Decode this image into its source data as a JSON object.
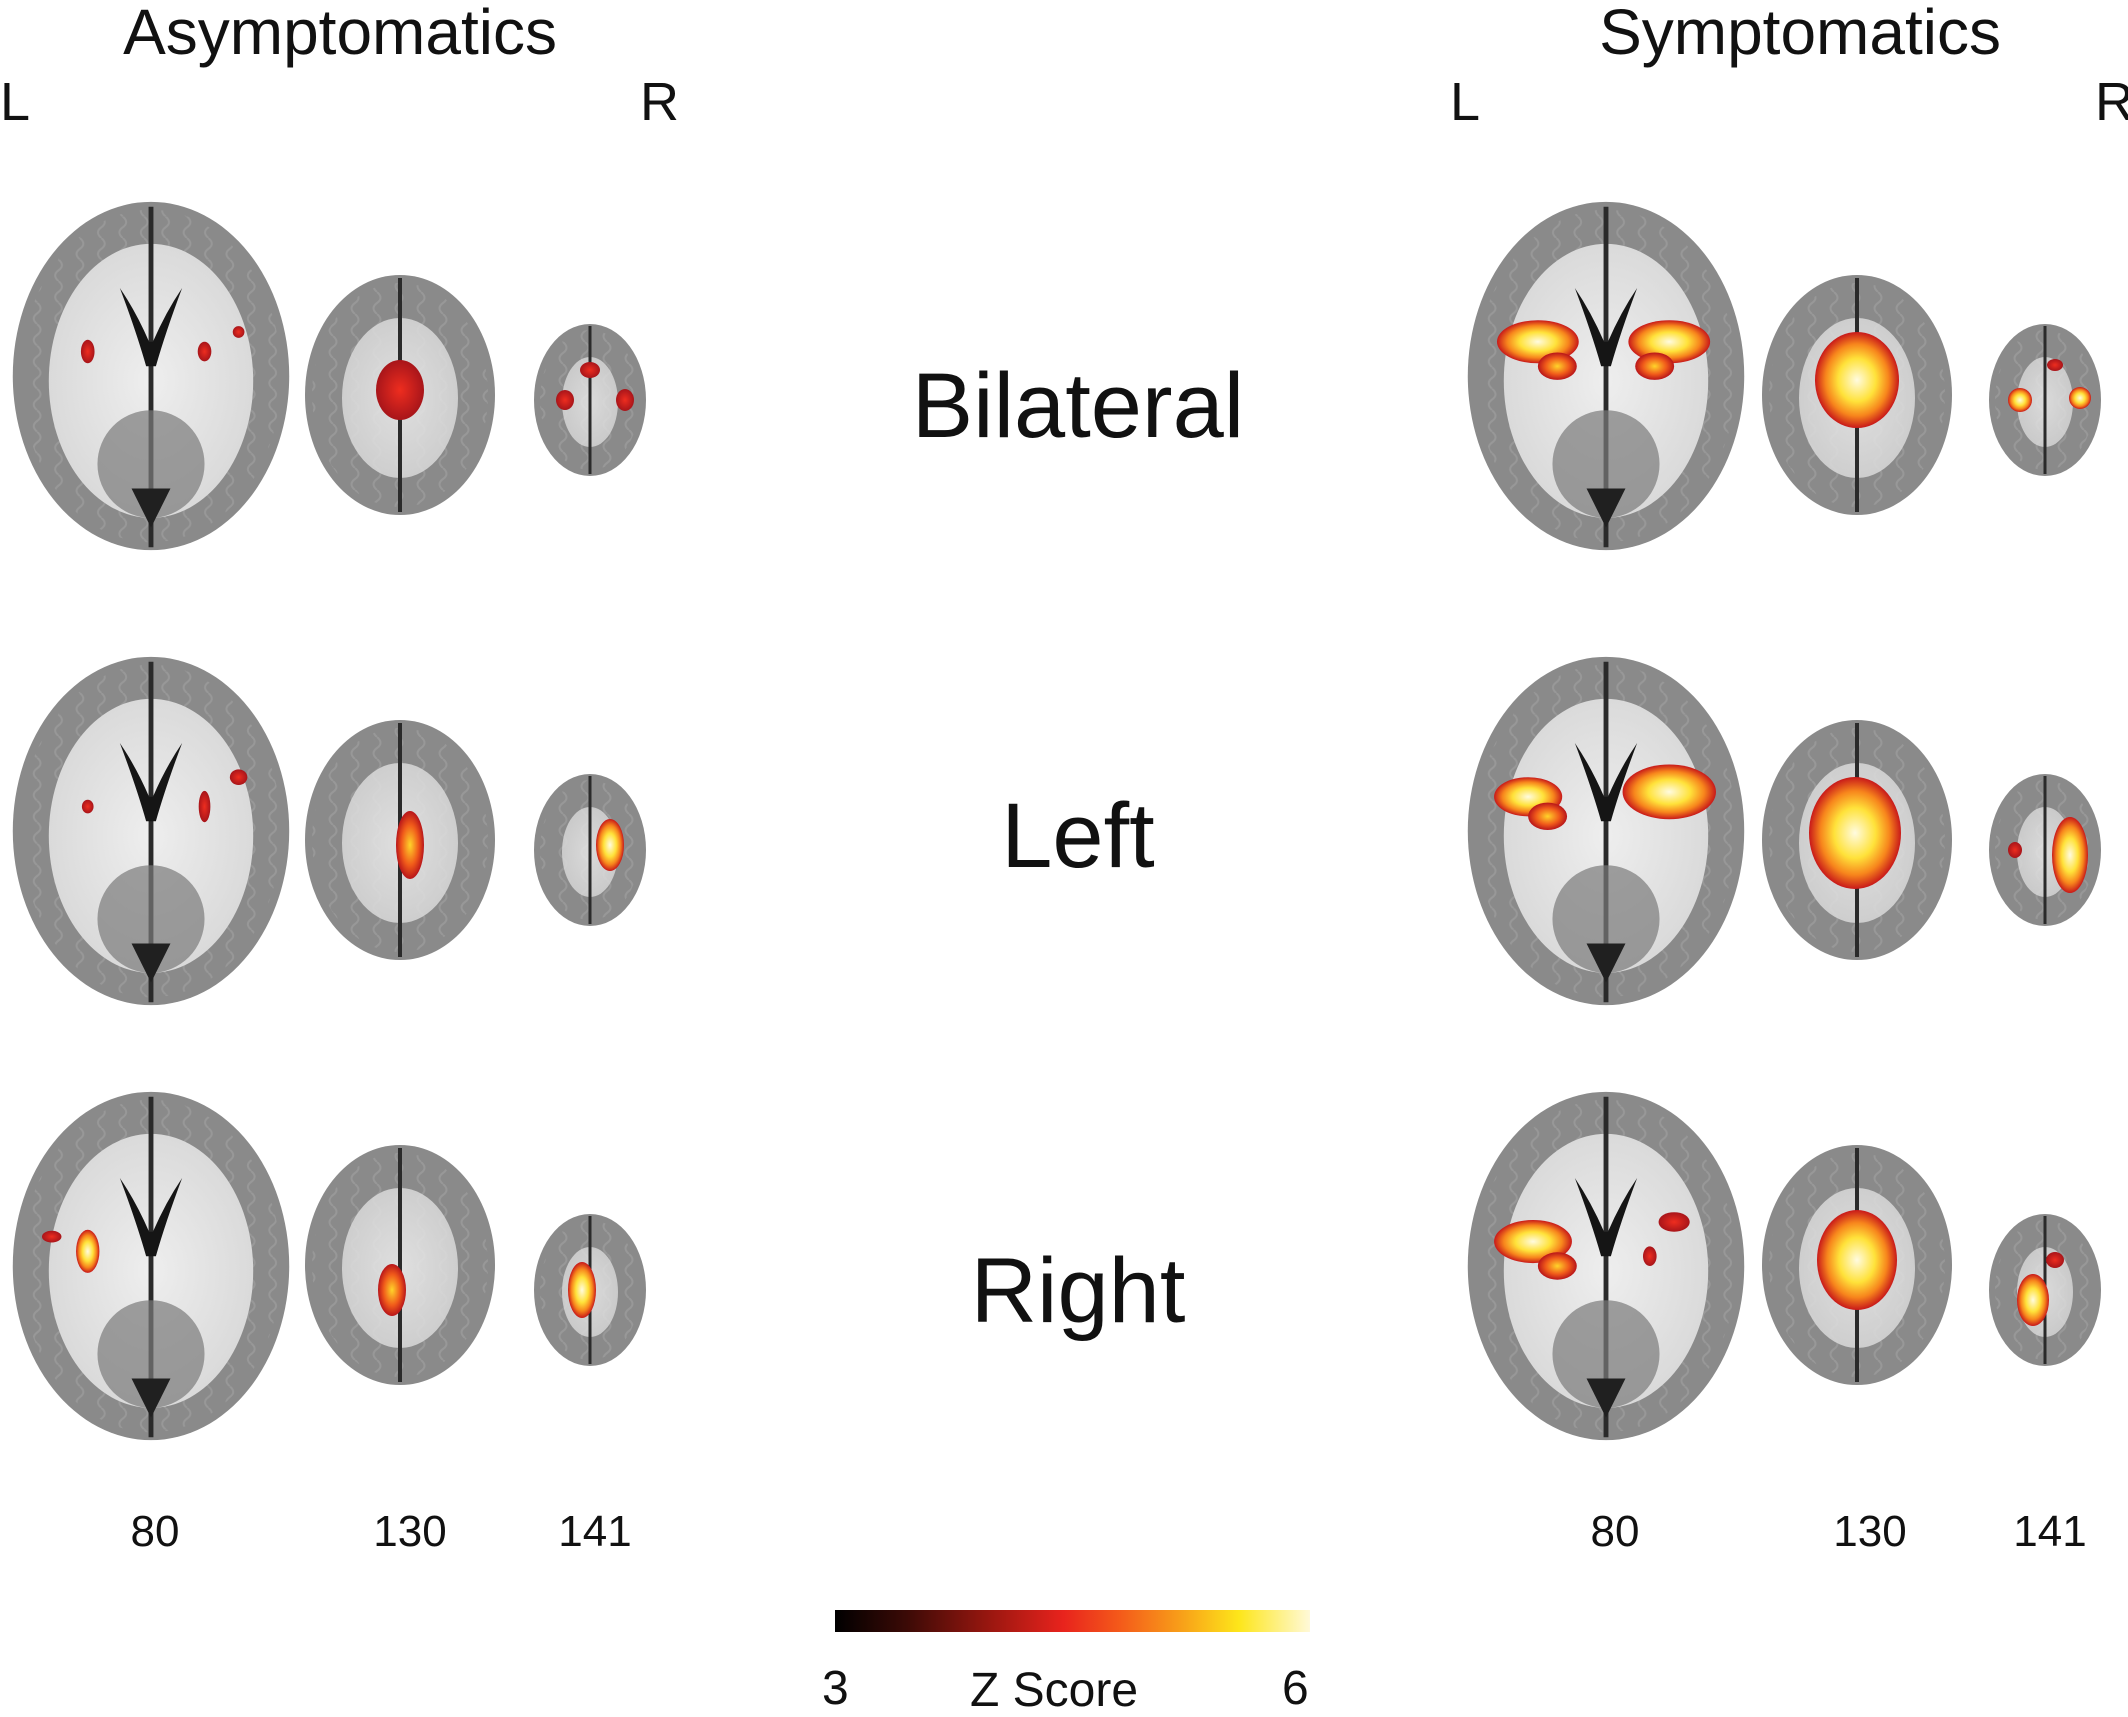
{
  "groups": {
    "left": {
      "title": "Asymptomatics",
      "side_left": "L",
      "side_right": "R"
    },
    "right": {
      "title": "Symptomatics",
      "side_left": "L",
      "side_right": "R"
    }
  },
  "rows": [
    "Bilateral",
    "Left",
    "Right"
  ],
  "slices": [
    "80",
    "130",
    "141"
  ],
  "colorbar": {
    "label": "Z Score",
    "min": "3",
    "max": "6",
    "colors": [
      "#000000",
      "#9c1710",
      "#e8231d",
      "#f8a019",
      "#fde61a",
      "#fff9d8"
    ]
  },
  "image": {
    "description_icon": "brain-axial-slice-icon",
    "colors": {
      "cortex": "#8a8a8a",
      "white_matter": "#e6e6e6",
      "ventricle": "#151515",
      "activation_low": "#c8191a",
      "activation_high": "#fffbe0"
    }
  }
}
